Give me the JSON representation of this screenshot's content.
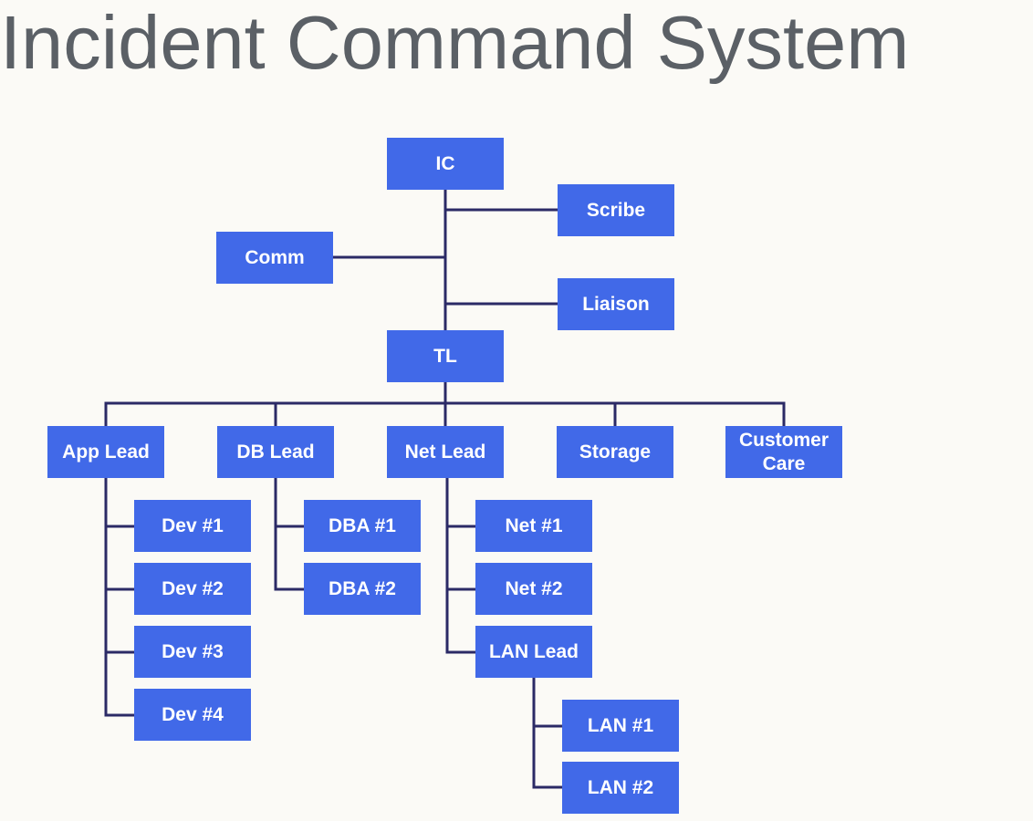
{
  "title": "Incident Command System",
  "nodes": {
    "ic": "IC",
    "scribe": "Scribe",
    "comm": "Comm",
    "liaison": "Liaison",
    "tl": "TL",
    "app_lead": "App Lead",
    "db_lead": "DB Lead",
    "net_lead": "Net Lead",
    "storage": "Storage",
    "customer_care": "Customer Care",
    "dev_1": "Dev #1",
    "dev_2": "Dev #2",
    "dev_3": "Dev #3",
    "dev_4": "Dev #4",
    "dba_1": "DBA #1",
    "dba_2": "DBA #2",
    "net_1": "Net #1",
    "net_2": "Net #2",
    "lan_lead": "LAN Lead",
    "lan_1": "LAN #1",
    "lan_2": "LAN #2"
  },
  "colors": {
    "background": "#fbfaf6",
    "box": "#4169e8",
    "box_text": "#ffffff",
    "connector": "#2b2a66",
    "title": "#5b6066"
  }
}
